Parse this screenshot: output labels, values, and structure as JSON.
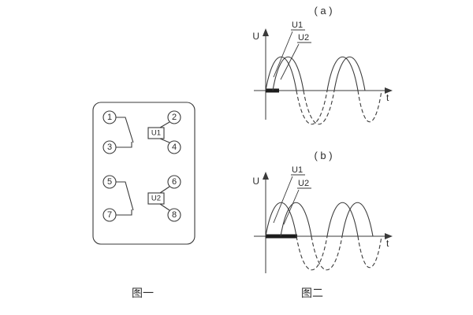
{
  "canvas": {
    "background": "#ffffff",
    "ink": "#3a3a3a"
  },
  "figure1": {
    "caption": "图一",
    "terminals": [
      "1",
      "2",
      "3",
      "4",
      "5",
      "6",
      "7",
      "8"
    ],
    "coils": {
      "u1": "U1",
      "u2": "U2"
    }
  },
  "figure2": {
    "caption": "图二",
    "graph_a": {
      "title": "( a )",
      "y_axis_label": "U",
      "x_axis_label": "t",
      "curve1_label": "U1",
      "curve2_label": "U2"
    },
    "graph_b": {
      "title": "( b )",
      "y_axis_label": "U",
      "x_axis_label": "t",
      "curve1_label": "U1",
      "curve2_label": "U2"
    }
  }
}
